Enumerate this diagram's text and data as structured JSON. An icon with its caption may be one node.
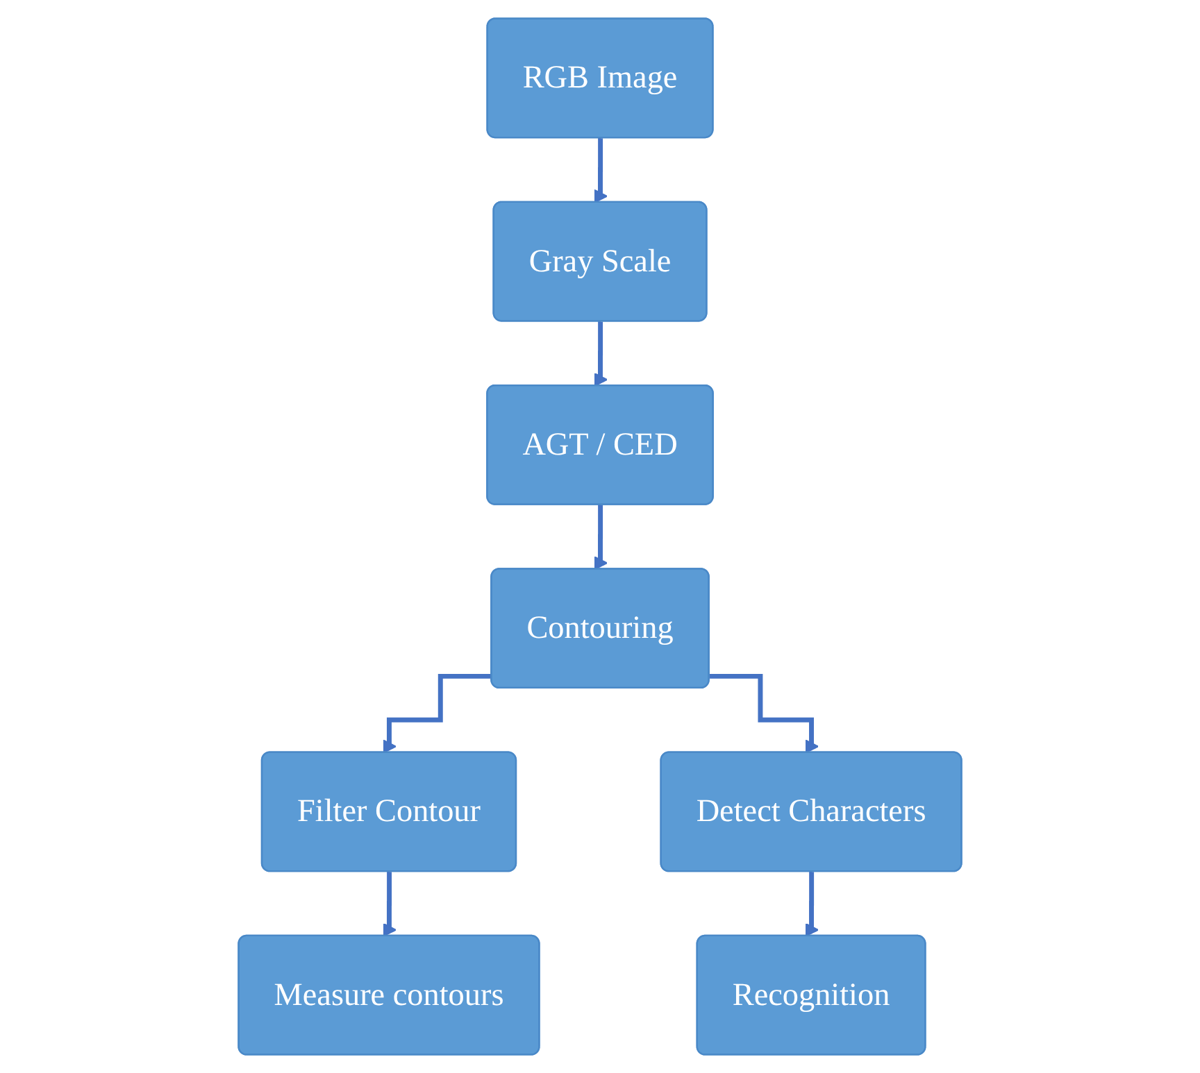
{
  "diagram": {
    "nodes": [
      {
        "text": [
          "RGB Image"
        ]
      },
      {
        "text": [
          "Gray Scale"
        ]
      },
      {
        "text": [
          "AGT / CED"
        ]
      },
      {
        "text": [
          "Contouring"
        ]
      },
      {
        "text": [
          "Filter Contour"
        ]
      },
      {
        "text": [
          "Detect Characters"
        ]
      },
      {
        "text": [
          "Measure contours"
        ]
      },
      {
        "text": [
          "Recognition"
        ]
      }
    ],
    "edges": [
      {
        "from": 0,
        "to": 1,
        "arrow": "to"
      },
      {
        "from": 1,
        "to": 2,
        "arrow": "to"
      },
      {
        "from": 2,
        "to": 3,
        "arrow": "to"
      },
      {
        "from": 3,
        "to": 4,
        "arrow": "to"
      },
      {
        "from": 3,
        "to": 5,
        "arrow": "to"
      },
      {
        "from": 4,
        "to": 6,
        "arrow": "to"
      },
      {
        "from": 5,
        "to": 7,
        "arrow": "to"
      }
    ]
  }
}
